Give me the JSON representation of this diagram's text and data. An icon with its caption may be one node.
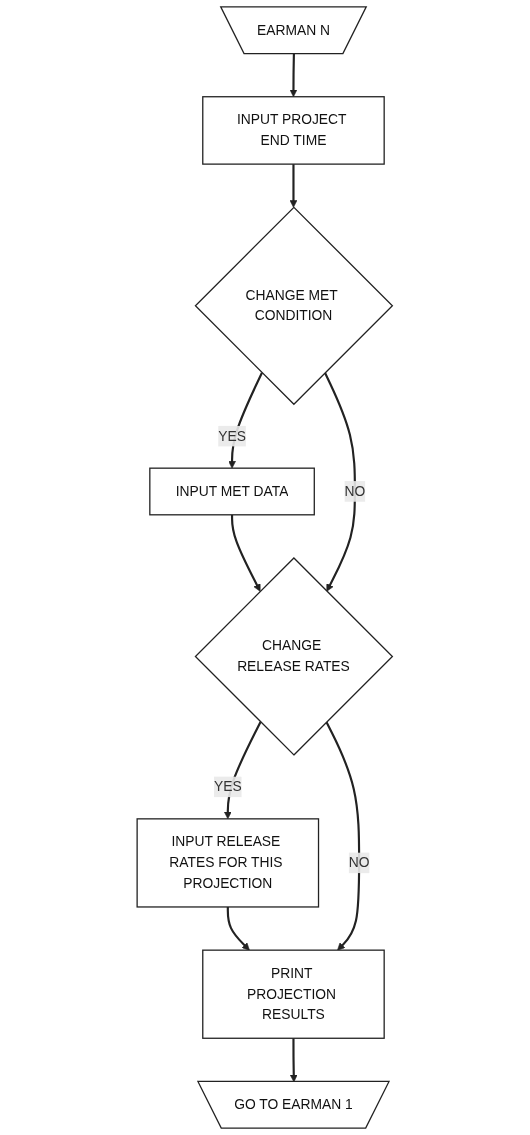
{
  "diagram": {
    "nodes": [
      {
        "text": [
          "EARMAN N"
        ]
      },
      {
        "text": [
          "INPUT PROJECT END TIME"
        ]
      },
      {
        "text": [
          "CHANGE MET CONDITION"
        ]
      },
      {
        "text": [
          "INPUT MET DATA"
        ]
      },
      {
        "text": [
          "CHANGE RELEASE RATES"
        ]
      },
      {
        "text": [
          "INPUT RELEASE RATES FOR THIS PROJECTION"
        ]
      },
      {
        "text": [
          "PRINT PROJECTION RESULTS"
        ]
      },
      {
        "text": [
          "GO TO EARMAN 1"
        ]
      }
    ],
    "edges": [
      {
        "from": 0,
        "to": 1,
        "arrow": "to"
      },
      {
        "from": 1,
        "to": 2,
        "arrow": "to"
      },
      {
        "from": 2,
        "to": 3,
        "label": "YES",
        "arrow": "to"
      },
      {
        "from": 3,
        "to": 4,
        "arrow": "to"
      },
      {
        "from": 2,
        "to": 4,
        "label": "NO",
        "arrow": "to"
      },
      {
        "from": 4,
        "to": 5,
        "label": "YES",
        "arrow": "to"
      },
      {
        "from": 5,
        "to": 6,
        "arrow": "to"
      },
      {
        "from": 4,
        "to": 6,
        "label": "NO",
        "arrow": "to"
      },
      {
        "from": 6,
        "to": 7,
        "arrow": "to"
      }
    ]
  }
}
